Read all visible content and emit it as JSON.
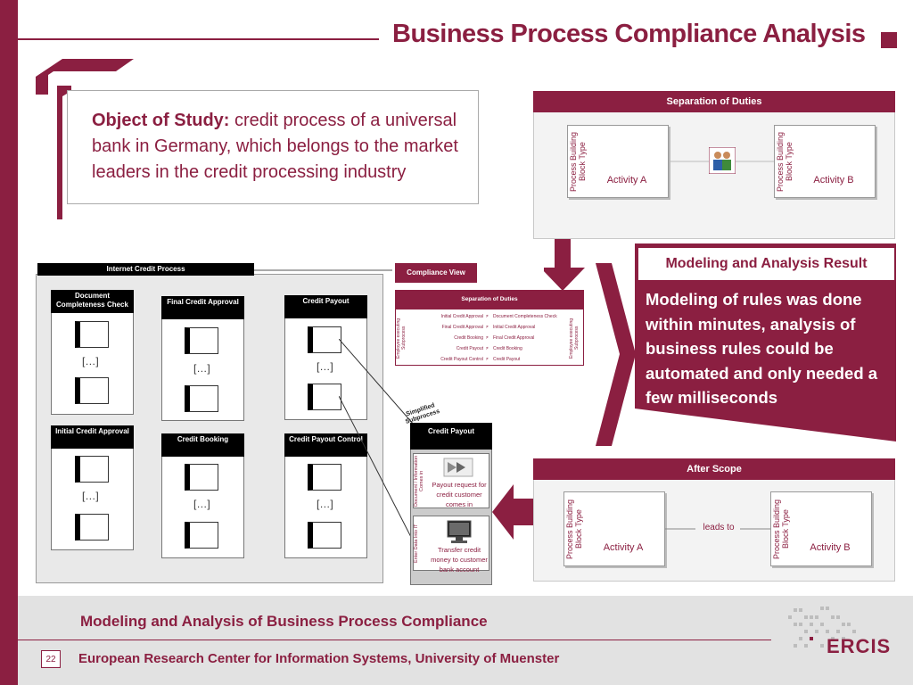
{
  "header": {
    "title": "Business Process Compliance Analysis"
  },
  "study": {
    "label": "Object of Study:",
    "text": "credit process of a universal bank in Germany, which belongs to the market leaders in the credit processing industry"
  },
  "sod": {
    "title": "Separation of Duties",
    "block_type": "Process Building Block Type",
    "activity_a": "Activity A",
    "activity_b": "Activity B"
  },
  "result": {
    "title": "Modeling and Analysis Result",
    "text": "Modeling of rules was done within minutes, analysis of business rules could be automated and only needed a few milliseconds"
  },
  "process": {
    "title": "Internet Credit Process",
    "lanes": [
      {
        "label": "Document Completeness Check"
      },
      {
        "label": "Final Credit Approval"
      },
      {
        "label": "Credit Payout"
      },
      {
        "label": "Initial Credit Approval"
      },
      {
        "label": "Credit Booking"
      },
      {
        "label": "Credit Payout Control"
      }
    ],
    "ellipsis": "[…]"
  },
  "compliance_view": {
    "label": "Compliance View",
    "table_title": "Separation of Duties",
    "side_label": "Employee executing Subprocess",
    "rows": [
      {
        "left": "Initial Credit Approval",
        "op": "≠",
        "right": "Document Completeness Check"
      },
      {
        "left": "Final Credit Approval",
        "op": "≠",
        "right": "Initial Credit Approval"
      },
      {
        "left": "Credit Booking",
        "op": "≠",
        "right": "Final Credit Approval"
      },
      {
        "left": "Credit Payout",
        "op": "≠",
        "right": "Credit Booking"
      },
      {
        "left": "Credit Payout Control",
        "op": "≠",
        "right": "Credit Payout"
      }
    ]
  },
  "subprocess": {
    "tag": "Simplified Subprocess",
    "title": "Credit Payout",
    "card1_side": "Document / Information Comes in",
    "card1_text": "Payout request for credit customer comes in",
    "card2_side": "Enter Data Into IT",
    "card2_text": "Transfer credit money to customer bank account"
  },
  "after": {
    "title": "After Scope",
    "block_type": "Process Building Block Type",
    "activity_a": "Activity A",
    "activity_b": "Activity B",
    "relation": "leads to"
  },
  "footer": {
    "title": "Modeling and Analysis of Business Process Compliance",
    "subtitle": "European Research Center for Information Systems, University of Muenster",
    "page": "22",
    "logo": "ERCIS"
  },
  "colors": {
    "accent": "#8b1f41"
  }
}
